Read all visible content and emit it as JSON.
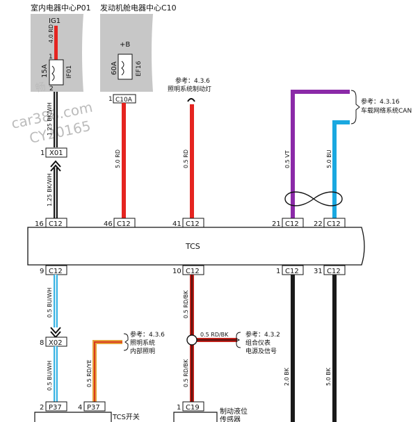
{
  "colors": {
    "red": "#e52420",
    "black": "#1a1a1a",
    "violet": "#8b2aa8",
    "blue": "#1aa8e0",
    "redBlack": "#c0211b",
    "redYellow": "#e5a23a",
    "bluWhite": "#39b4e4",
    "panel": "#c7c7c7"
  },
  "modules": {
    "p01": {
      "title": "室内电器中心P01",
      "feed": "IG1",
      "wire": "4.0 RD",
      "pin_top": "1",
      "pin_bot": "2",
      "fuse_rating": "15A",
      "fuse_id": "IF01"
    },
    "c10": {
      "title": "发动机舱电器中心C10",
      "feed": "+B",
      "fuse_rating": "60A",
      "fuse_id": "EF16",
      "pin": "1",
      "conn": "C10A"
    }
  },
  "watermark": {
    "line1": "畅",
    "line2": "car388.com",
    "line3": "CY20165"
  },
  "refs": {
    "lighting_brake": {
      "code": "参考：4.3.6",
      "text": "照明系统制动灯"
    },
    "can": {
      "code": "参考：4.3.16",
      "text": "车载网络系统CAN"
    },
    "interior": {
      "code": "参考：4.3.6",
      "line1": "照明系统",
      "line2": "内部照明"
    },
    "cluster": {
      "code": "参考：4.3.2",
      "line1": "组合仪表",
      "line2": "电源及信号"
    }
  },
  "wires": {
    "x01_top": "1.25 BK/WH",
    "x01_bot": "1.25 BK/WH",
    "c10_rd": "5.0 RD",
    "brake_rd": "0.5 RD",
    "vt": "0.5 VT",
    "bu": "5.0 BU",
    "p37_top": "0.5 BU/WH",
    "p37_bot": "0.5 BU/WH",
    "p37_4": "0.5 RD/YE",
    "c19_top": "0.5 RD/BK",
    "c19_bot": "0.5 RD/BK",
    "cluster_branch": "0.5 RD/BK",
    "gnd1": "2.0 BK",
    "gnd2": "5.0 BK"
  },
  "connectors": {
    "x01": {
      "pin": "1",
      "id": "X01"
    },
    "x02": {
      "pin": "8",
      "id": "X02"
    },
    "c12_16": {
      "pin": "16",
      "id": "C12"
    },
    "c12_46": {
      "pin": "46",
      "id": "C12"
    },
    "c12_41": {
      "pin": "41",
      "id": "C12"
    },
    "c12_21": {
      "pin": "21",
      "id": "C12"
    },
    "c12_22": {
      "pin": "22",
      "id": "C12"
    },
    "c12_9": {
      "pin": "9",
      "id": "C12"
    },
    "c12_10": {
      "pin": "10",
      "id": "C12"
    },
    "c12_1": {
      "pin": "1",
      "id": "C12"
    },
    "c12_31": {
      "pin": "31",
      "id": "C12"
    },
    "p37_2": {
      "pin": "2",
      "id": "P37"
    },
    "p37_4": {
      "pin": "4",
      "id": "P37"
    },
    "c19_1": {
      "pin": "1",
      "id": "C19"
    }
  },
  "tcs": {
    "label": "TCS"
  },
  "components": {
    "tcs_switch": "TCS开关",
    "brake_level": "制动液位",
    "brake_level_2": "传感器"
  }
}
